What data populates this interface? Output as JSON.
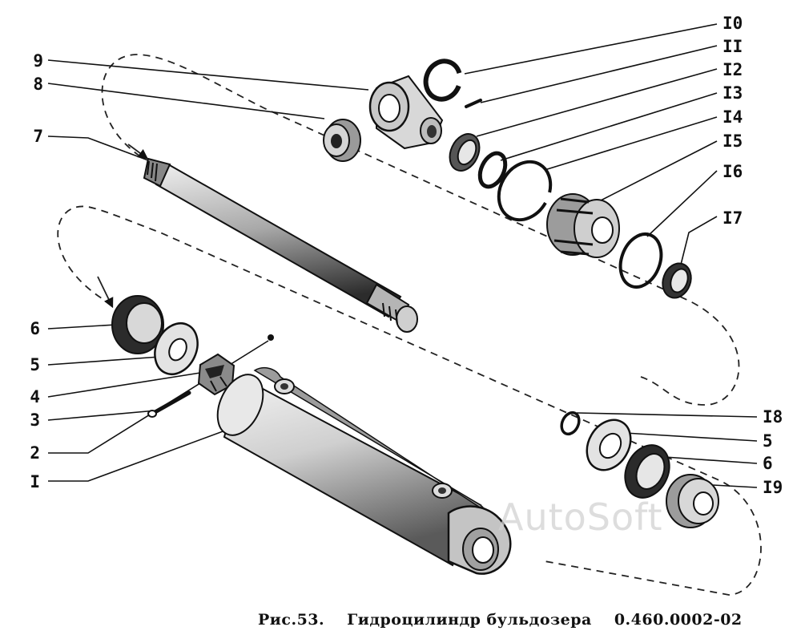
{
  "labels": {
    "p1": "I",
    "p2": "2",
    "p3": "3",
    "p4": "4",
    "p5a": "5",
    "p6a": "6",
    "p7": "7",
    "p8": "8",
    "p9": "9",
    "p10": "I0",
    "p11": "II",
    "p12": "I2",
    "p13": "I3",
    "p14": "I4",
    "p15": "I5",
    "p16": "I6",
    "p17": "I7",
    "p18": "I8",
    "p5b": "5",
    "p6b": "6",
    "p19": "I9"
  },
  "caption": {
    "fig": "Рис.53.",
    "title": "Гидроцилиндр бульдозера",
    "code": "0.460.0002-02"
  },
  "watermark": "AutoSoft"
}
